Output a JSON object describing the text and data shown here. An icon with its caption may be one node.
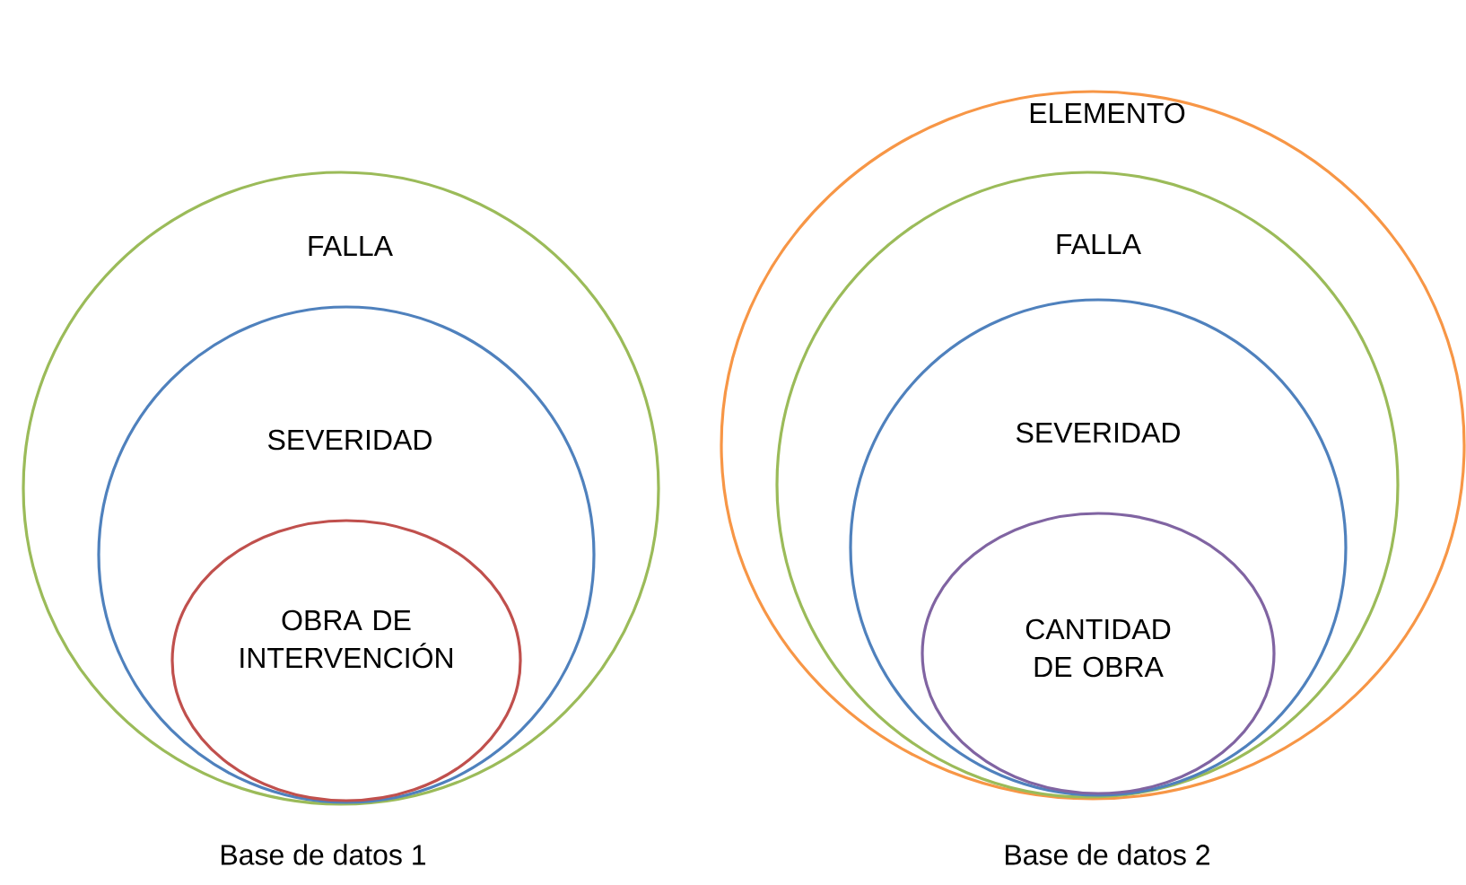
{
  "diagram": {
    "nodes": [
      {
        "text": [
          "FALLA"
        ]
      },
      {
        "text": [
          "SEVERIDAD"
        ],
        "in": 0
      },
      {
        "text": [
          "OBRA DE INTERVENCIÓN"
        ],
        "in": 1
      },
      {
        "text": [
          "ELEMENTO"
        ]
      },
      {
        "text": [
          "FALLA"
        ],
        "in": 3
      },
      {
        "text": [
          "SEVERIDAD"
        ],
        "in": 4
      },
      {
        "text": [
          "CANTIDAD DE OBRA"
        ],
        "in": 5
      }
    ],
    "labels": [
      "Base de datos 1",
      "Base de datos 2"
    ]
  }
}
